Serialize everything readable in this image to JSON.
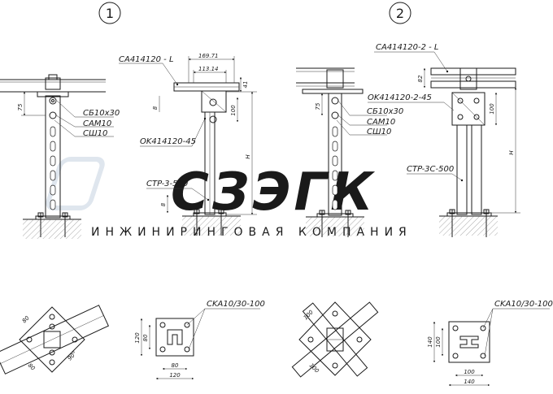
{
  "views": [
    {
      "number": "1"
    },
    {
      "number": "2"
    }
  ],
  "labels": {
    "sa1": "CA414120 - L",
    "sa2": "CA414120-2 - L",
    "sb": "CБ10x30",
    "sam": "CAM10",
    "ssh": "CШ10",
    "ok1": "OK414120-45",
    "ok2": "OK414120-2-45",
    "str1": "CTP-3-500",
    "str2": "CTP-3C-500",
    "ska1": "CKA10/30-100",
    "ska2": "CKA10/30-100"
  },
  "dims": {
    "d75": "75",
    "d8": "8",
    "d41": "41",
    "d100": "100",
    "dH": "H",
    "d16971": "169.71",
    "d11314": "113.14",
    "d82": "82",
    "d80": "80",
    "d90": "90°",
    "d120": "120",
    "d140": "140"
  },
  "watermark": {
    "logo": "CЗЭГК",
    "tagline": "ИНЖИНИРИНГОВАЯ КОМПАНИЯ"
  },
  "colors": {
    "line": "#1a1a1a",
    "watermark": "#dfe6ee"
  }
}
